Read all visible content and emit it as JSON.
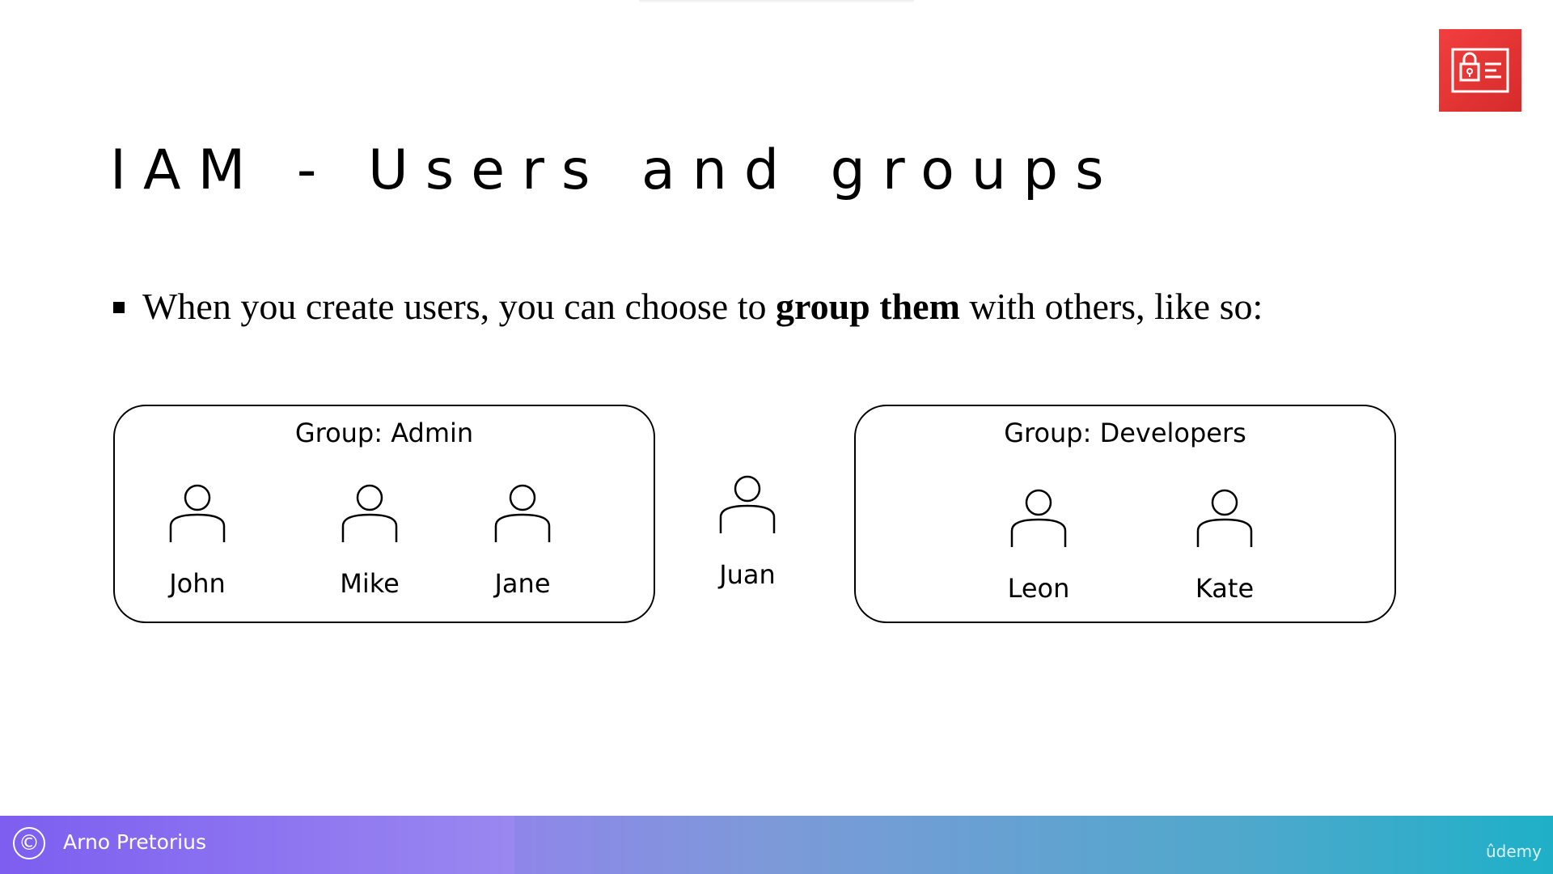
{
  "slide": {
    "title": "IAM - Users and groups",
    "bullet": {
      "before": "When you create users, you can choose to",
      "bold": "group them",
      "after": "with others, like so:"
    }
  },
  "groups": {
    "admin": {
      "label": "Group: Admin",
      "users": [
        "John",
        "Mike",
        "Jane"
      ]
    },
    "developers": {
      "label": "Group: Developers",
      "users": [
        "Leon",
        "Kate"
      ]
    }
  },
  "ungrouped_user": "Juan",
  "icons": {
    "badge": "iam-id-card-lock-icon",
    "user": "user-icon",
    "copyright": "copyright-icon"
  },
  "colors": {
    "badge_red": "#e53535",
    "footer_start": "#7d5ef0",
    "footer_end": "#1eb0c8"
  },
  "footer": {
    "copyright_symbol": "©",
    "author": "Arno Pretorius",
    "brand": "ûdemy"
  }
}
